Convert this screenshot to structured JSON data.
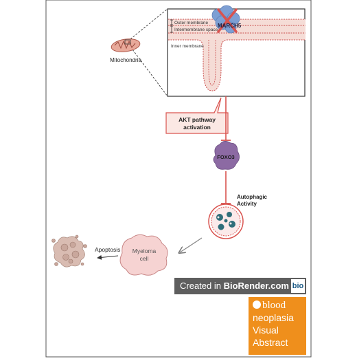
{
  "labels": {
    "march5": "MARCH5",
    "outer_membrane": "Outer membrane",
    "intermembrane_space": "Intermembrane space",
    "inner_membrane": "Inner membrane",
    "mitochondria": "Mitochondria",
    "akt_line1": "AKT pathway",
    "akt_line2": "activation",
    "foxo3": "FOXO3",
    "autophagic_line1": "Autophagic",
    "autophagic_line2": "Activity",
    "myeloma_line1": "Myeloma",
    "myeloma_line2": "cell",
    "apoptosis": "Apoptosis"
  },
  "badge": {
    "prefix": "Created in ",
    "brand": "BioRender.com",
    "logo": "bio"
  },
  "journal": {
    "brand": "blood",
    "line2": "neoplasia",
    "line3": "Visual",
    "line4": "Abstract"
  },
  "colors": {
    "membrane_fill": "#f5dcd6",
    "membrane_line": "#c94b4b",
    "inhibition": "#d9534f",
    "foxo3": "#8c6aa3",
    "march5": "#7d9fd4",
    "myeloma": "#f6d3d2",
    "apoptotic": "#c9a79c",
    "journal_orange": "#ef8f1c",
    "badge_gray": "#5e5e5e"
  }
}
